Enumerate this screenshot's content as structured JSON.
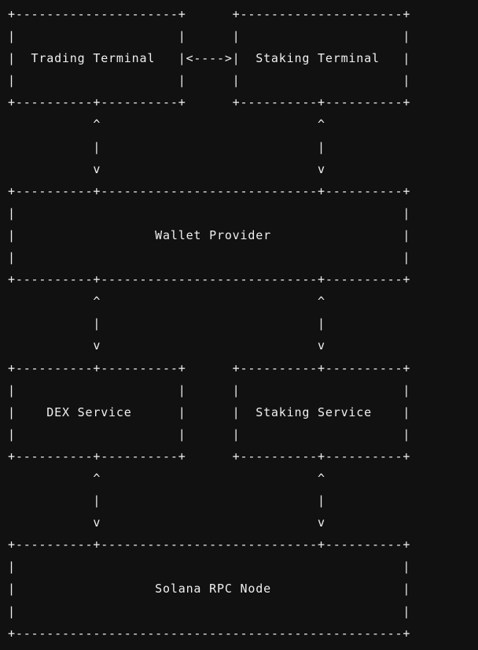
{
  "diagram": {
    "lines": [
      "+---------------------+      +---------------------+",
      "|                     |      |                     |",
      "|  Trading Terminal   |<---->|  Staking Terminal   |",
      "|                     |      |                     |",
      "+----------+----------+      +----------+----------+",
      "           ^                            ^",
      "           |                            |",
      "           v                            v",
      "+----------+----------------------------+----------+",
      "|                                                  |",
      "|                  Wallet Provider                 |",
      "|                                                  |",
      "+----------+----------------------------+----------+",
      "           ^                            ^",
      "           |                            |",
      "           v                            v",
      "+----------+----------+      +----------+----------+",
      "|                     |      |                     |",
      "|    DEX Service      |      |  Staking Service    |",
      "|                     |      |                     |",
      "+----------+----------+      +----------+----------+",
      "           ^                            ^",
      "           |                            |",
      "           v                            v",
      "+----------+----------------------------+----------+",
      "|                                                  |",
      "|                  Solana RPC Node                 |",
      "|                                                  |",
      "+--------------------------------------------------+"
    ]
  }
}
